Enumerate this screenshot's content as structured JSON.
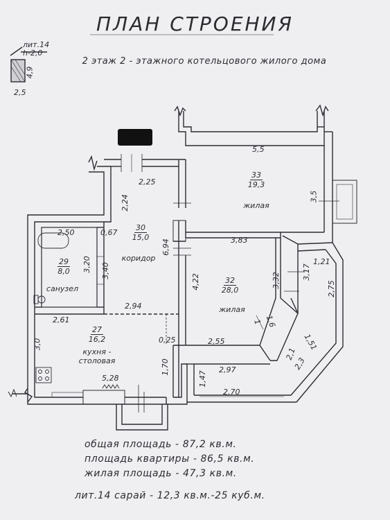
{
  "header": {
    "title": "ПЛАН СТРОЕНИЯ",
    "subtitle": "2 этаж 2 - этажного котельцового жилого дома"
  },
  "shed": {
    "label": "лит.14",
    "height": "h-2,0",
    "side": "4,9",
    "width": "2,5"
  },
  "rooms": {
    "r33": {
      "number": "33",
      "area": "19,3",
      "name": "жилая"
    },
    "r30": {
      "number": "30",
      "area": "15,0",
      "name": "коридор"
    },
    "r29": {
      "number": "29",
      "area": "8,0",
      "name": "санузел"
    },
    "r32": {
      "number": "32",
      "area": "28,0",
      "name": "жилая"
    },
    "r27": {
      "number": "27",
      "area": "16,2",
      "name_line1": "кухня -",
      "name_line2": "столовая"
    }
  },
  "dimensions": {
    "d5_5": "5,5",
    "d3_5": "3,5",
    "d2_25": "2,25",
    "d2_24": "2,24",
    "d2_50": "2,50",
    "d0_67": "0,67",
    "d6_94": "6,94",
    "d3_83": "3,83",
    "d3_20": "3,20",
    "d3_40": "3,40",
    "d4_22": "4,22",
    "d3_32": "3,32",
    "d3_17": "3,17",
    "d1_21": "1,21",
    "d2_75": "2,75",
    "d2_94": "2,94",
    "d1_6": "1,6",
    "d1_51": "1,51",
    "d2_61": "2,61",
    "d3_0": "3,0",
    "d0_25": "0,25",
    "d2_55": "2,55",
    "d2_1": "2,1",
    "d2_3": "2,3",
    "d1_70": "1,70",
    "d2_97": "2,97",
    "d1_47": "1,47",
    "d5_28": "5,28",
    "d2_70": "2,70",
    "d1": "1"
  },
  "summary": {
    "total": "общая площадь - 87,2 кв.м.",
    "apartment": "площадь квартиры - 86,5 кв.м.",
    "living": "жилая площадь - 47,3 кв.м.",
    "shed": "лит.14 сарай - 12,3 кв.м.-25 куб.м."
  }
}
